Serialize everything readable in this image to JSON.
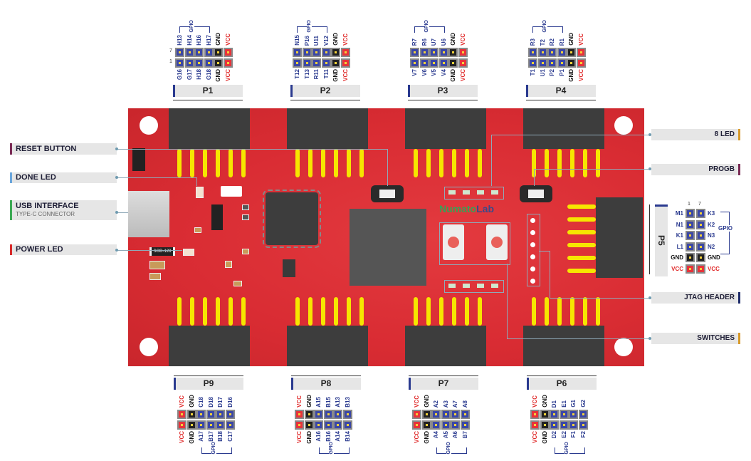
{
  "title": "Numato Lab FPGA board pinout",
  "brand": {
    "name_part1": "Numato",
    "name_part2": "Lab"
  },
  "colors": {
    "board": "#d92c33",
    "gpio": "#2a3a8f",
    "gnd": "#111111",
    "vcc": "#e02a2a",
    "pin": "#f6e600"
  },
  "callouts_left": [
    {
      "label": "RESET BUTTON",
      "accent": "#7a2a55"
    },
    {
      "label": "DONE LED",
      "accent": "#6aa6dc"
    },
    {
      "label": "USB INTERFACE",
      "sublabel": "TYPE-C CONNECTOR",
      "accent": "#3daa55"
    },
    {
      "label": "POWER LED",
      "accent": "#d82a2a"
    }
  ],
  "callouts_right": [
    {
      "label": "8 LED",
      "accent": "#d89a2a"
    },
    {
      "label": "PROGB",
      "accent": "#7a2a55"
    },
    {
      "label": "JTAG HEADER",
      "accent": "#1d2a6a"
    },
    {
      "label": "SWITCHES",
      "accent": "#d89a2a"
    }
  ],
  "gpio_label": "GPIO",
  "pin1_marker": "1",
  "pin7_marker": "7",
  "chip_marking": "SOD-128",
  "headers_top": [
    {
      "name": "P1",
      "top": [
        "H13",
        "H14",
        "H16",
        "H17",
        "GND",
        "VCC"
      ],
      "bottom": [
        "G16",
        "G17",
        "H18",
        "G18",
        "GND",
        "VCC"
      ]
    },
    {
      "name": "P2",
      "top": [
        "N15",
        "P16",
        "U11",
        "V12",
        "GND",
        "VCC"
      ],
      "bottom": [
        "T12",
        "T13",
        "R11",
        "T11",
        "GND",
        "VCC"
      ]
    },
    {
      "name": "P3",
      "top": [
        "R7",
        "R6",
        "U7",
        "U6",
        "GND",
        "VCC"
      ],
      "bottom": [
        "V7",
        "V6",
        "V5",
        "V4",
        "GND",
        "VCC"
      ]
    },
    {
      "name": "P4",
      "top": [
        "R3",
        "T2",
        "R2",
        "R1",
        "GND",
        "VCC"
      ],
      "bottom": [
        "T1",
        "U1",
        "P2",
        "P1",
        "GND",
        "VCC"
      ]
    }
  ],
  "headers_bottom": [
    {
      "name": "P9",
      "top": [
        "VCC",
        "GND",
        "C18",
        "D18",
        "D17",
        "D16"
      ],
      "bottom": [
        "VCC",
        "GND",
        "A17",
        "B17",
        "B18",
        "C17"
      ]
    },
    {
      "name": "P8",
      "top": [
        "VCC",
        "GND",
        "A15",
        "B15",
        "A13",
        "B13"
      ],
      "bottom": [
        "VCC",
        "GND",
        "A16",
        "B16",
        "A14",
        "B14"
      ]
    },
    {
      "name": "P7",
      "top": [
        "VCC",
        "GND",
        "A2",
        "A3",
        "A7",
        "A8"
      ],
      "bottom": [
        "VCC",
        "GND",
        "A4",
        "A5",
        "A6",
        "B7"
      ]
    },
    {
      "name": "P6",
      "top": [
        "VCC",
        "GND",
        "D1",
        "E1",
        "G1",
        "G2"
      ],
      "bottom": [
        "VCC",
        "GND",
        "D2",
        "E2",
        "F1",
        "F2"
      ]
    }
  ],
  "header_p5": {
    "name": "P5",
    "left": [
      "M1",
      "N1",
      "K1",
      "L1",
      "GND",
      "VCC"
    ],
    "right": [
      "K3",
      "K2",
      "N3",
      "N2",
      "GND",
      "VCC"
    ]
  }
}
